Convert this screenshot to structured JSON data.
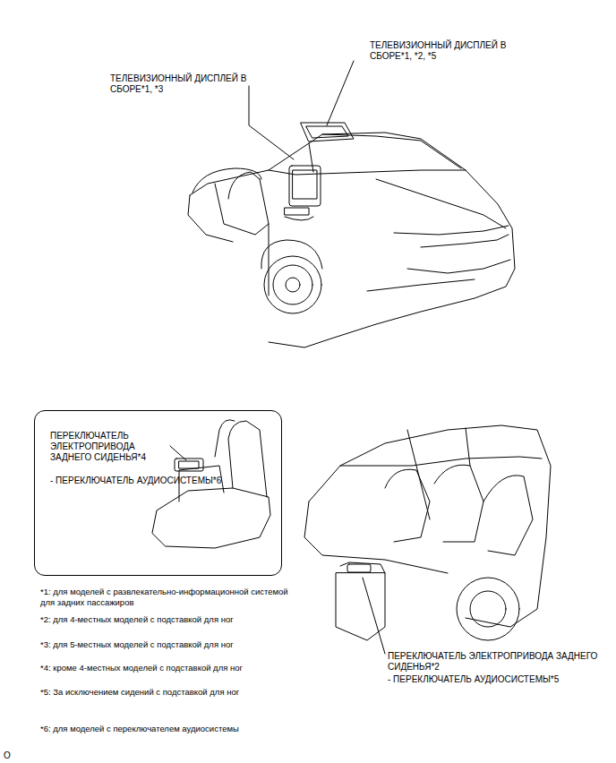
{
  "diagram": {
    "nodes": [
      {
        "text": [
          "ПЕРЕКЛЮЧАТЕЛЬ ЭЛЕКТРОПРИВОДА ЗАДНЕГО СИДЕНЬЯ*4",
          "- ПЕРЕКЛЮЧАТЕЛЬ АУДИОСИСТЕМЫ*6"
        ]
      }
    ],
    "labels": [
      "ТЕЛЕВИЗИОННЫЙ ДИСПЛЕЙ В СБОРЕ*1, *2, *5",
      "ТЕЛЕВИЗИОННЫЙ ДИСПЛЕЙ В СБОРЕ*1, *3",
      "*1: для моделей с развлекательно-информационной системой для задних пассажиров",
      "*2: для 4-местных моделей с подставкой для ног",
      "*3: для 5-местных моделей с подставкой для ног",
      "*4: кроме 4-местных моделей с подставкой для ног",
      "ПЕРЕКЛЮЧАТЕЛЬ ЭЛЕКТРОПРИВОДА ЗАДНЕГО СИДЕНЬЯ*2",
      "- ПЕРЕКЛЮЧАТЕЛЬ АУДИОСИСТЕМЫ*5",
      "*5: За исключением сидений с подставкой для ног",
      "*6: для моделей с переключателем аудиосистемы",
      "O"
    ]
  }
}
